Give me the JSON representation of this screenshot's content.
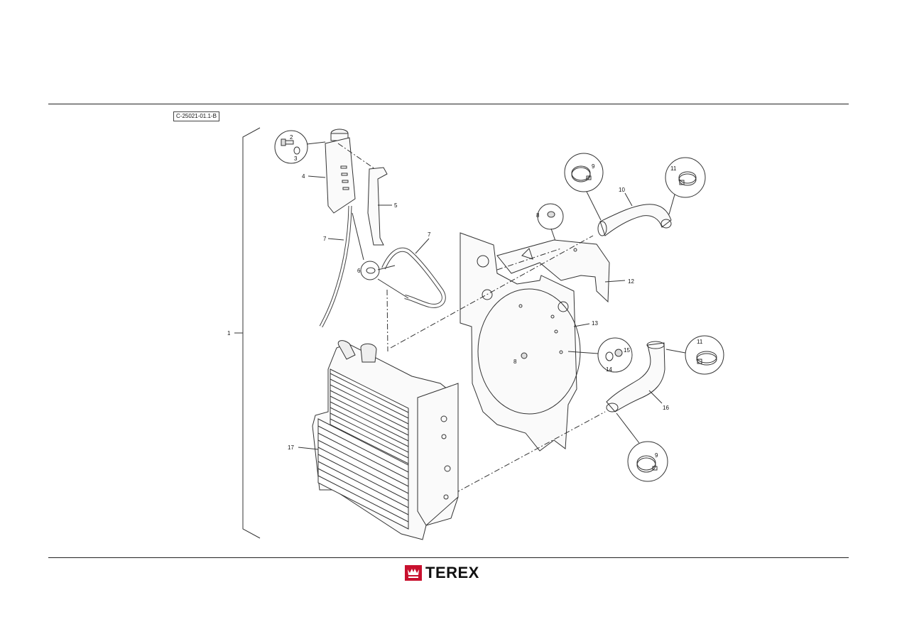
{
  "figure_code": "C-25021-01.1-B",
  "brand": {
    "name": "TEREX",
    "icon": "terex-crown-logo-icon",
    "accent": "#c8102e"
  },
  "callouts": {
    "c1": "1",
    "c2": "2",
    "c3": "3",
    "c4": "4",
    "c5": "5",
    "c6": "6",
    "c7a": "7",
    "c7b": "7",
    "c8a": "8",
    "c8b": "8",
    "c9a": "9",
    "c9b": "9",
    "c10": "10",
    "c11a": "11",
    "c11b": "11",
    "c12": "12",
    "c13": "13",
    "c14": "14",
    "c15": "15",
    "c16": "16",
    "c17": "17"
  }
}
